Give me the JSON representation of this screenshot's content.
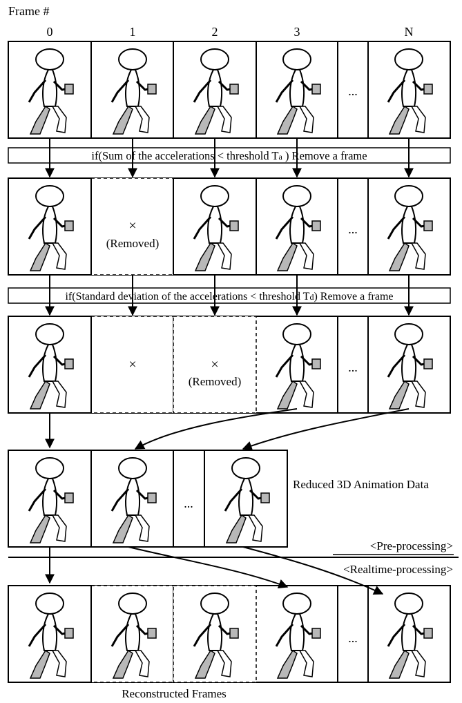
{
  "header": {
    "title": "Frame #",
    "columns": [
      "0",
      "1",
      "2",
      "3",
      "N"
    ]
  },
  "conditions": {
    "first": {
      "pre": "if(Sum of the accelerations < threshold T",
      "sub": "a",
      "post": " ) Remove a frame"
    },
    "second": {
      "pre": "if(Standard deviation of the accelerations < threshold T",
      "sub": "d",
      "post": ") Remove a frame"
    }
  },
  "markers": {
    "removed_symbol": "×",
    "removed_label": "(Removed)",
    "ellipsis": "..."
  },
  "labels": {
    "reduced": "Reduced 3D Animation Data",
    "pre": "<Pre-processing>",
    "realtime": "<Realtime-processing>",
    "reconstructed": "Reconstructed Frames"
  },
  "colors": {
    "line": "#000000",
    "fill_limb": "#b8b8b8",
    "paper": "#ffffff"
  },
  "figure_icon": "walking-stick-figure"
}
